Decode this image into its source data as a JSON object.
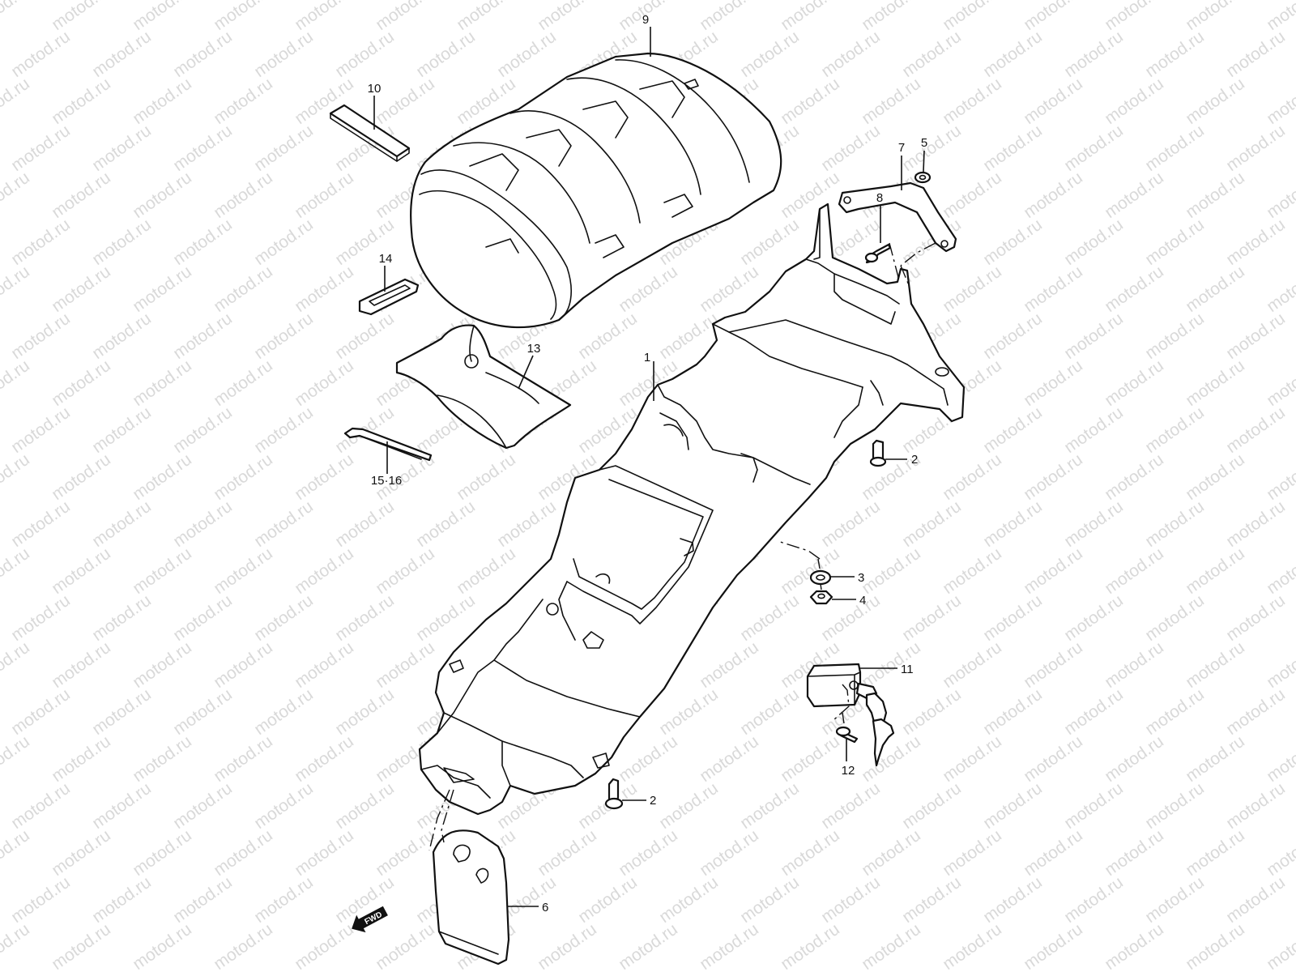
{
  "watermark": {
    "text": "motod.ru"
  },
  "callouts": [
    {
      "id": "c1",
      "label": "1"
    },
    {
      "id": "c2a",
      "label": "2"
    },
    {
      "id": "c2b",
      "label": "2"
    },
    {
      "id": "c3",
      "label": "3"
    },
    {
      "id": "c4",
      "label": "4"
    },
    {
      "id": "c5",
      "label": "5"
    },
    {
      "id": "c6",
      "label": "6"
    },
    {
      "id": "c7",
      "label": "7"
    },
    {
      "id": "c8",
      "label": "8"
    },
    {
      "id": "c9",
      "label": "9"
    },
    {
      "id": "c10",
      "label": "10"
    },
    {
      "id": "c11",
      "label": "11"
    },
    {
      "id": "c12",
      "label": "12"
    },
    {
      "id": "c13",
      "label": "13"
    },
    {
      "id": "c14",
      "label": "14"
    },
    {
      "id": "c15",
      "label": "15·16"
    }
  ],
  "direction_badge": {
    "label": "FWD",
    "icon": "front-direction-arrow-icon"
  },
  "colors": {
    "line": "#111111",
    "watermark": "#d9d9d9",
    "background": "#ffffff"
  }
}
